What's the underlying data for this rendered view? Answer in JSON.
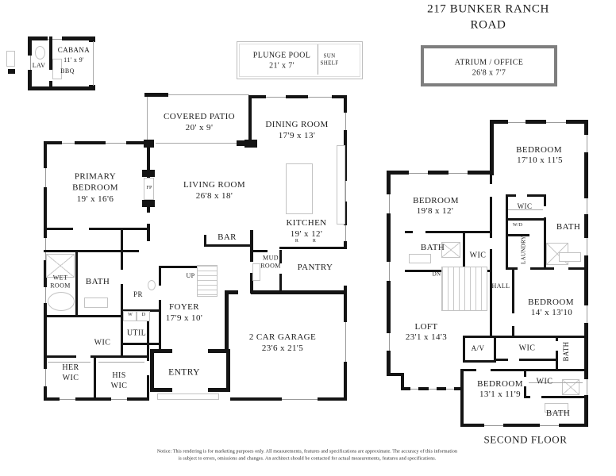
{
  "title": "217 BUNKER RANCH ROAD",
  "cabana": {
    "lav": "LAV",
    "name": "CABANA",
    "dims": "11' x 9'",
    "bbq": "BBQ"
  },
  "pool": {
    "name": "PLUNGE POOL",
    "dims": "21' x 7'",
    "shelf1": "SUN",
    "shelf2": "SHELF"
  },
  "atrium": {
    "name": "ATRIUM / OFFICE",
    "dims": "26'8 x 7'7"
  },
  "floor1": {
    "patio": {
      "name": "COVERED PATIO",
      "dims": "20' x 9'"
    },
    "dining": {
      "name": "DINING ROOM",
      "dims": "17'9 x 13'"
    },
    "primary": {
      "name": "PRIMARY\nBEDROOM",
      "dims": "19' x 16'6"
    },
    "living": {
      "name": "LIVING ROOM",
      "dims": "26'8 x 18'"
    },
    "kitchen": {
      "name": "KITCHEN",
      "dims": "19' x 12'"
    },
    "bar": "BAR",
    "r1": "R",
    "r2": "R",
    "mud": "MUD\nROOM",
    "pantry": "PANTRY",
    "wet": "WET\nROOM",
    "bath": "BATH",
    "pr": "PR",
    "up": "UP",
    "foyer": {
      "name": "FOYER",
      "dims": "17'9 x 10'"
    },
    "w": "W",
    "d": "D",
    "util": "UTIL",
    "wic": "WIC",
    "her": "HER\nWIC",
    "his": "HIS\nWIC",
    "entry": "ENTRY",
    "garage": {
      "name": "2 CAR GARAGE",
      "dims": "23'6 x 21'5"
    },
    "fp": "FP"
  },
  "floor2": {
    "bed1": {
      "name": "BEDROOM",
      "dims": "17'10 x 11'5"
    },
    "bed2": {
      "name": "BEDROOM",
      "dims": "19'8 x 12'"
    },
    "bed3": {
      "name": "BEDROOM",
      "dims": "14' x 13'10"
    },
    "bed4": {
      "name": "BEDROOM",
      "dims": "13'1 x 11'9"
    },
    "loft": {
      "name": "LOFT",
      "dims": "23'1 x 14'3"
    },
    "wic_a": "WIC",
    "wd": "W/D",
    "laundry": "LAUNDRY",
    "bath_a": "BATH",
    "bath_b": "BATH",
    "wic_b": "WIC",
    "dn": "DN",
    "hall": "HALL",
    "av": "A/V",
    "wic_c": "WIC",
    "bath_c": "BATH",
    "wic_d": "WIC",
    "bath_d": "BATH",
    "caption": "SECOND FLOOR"
  },
  "disclaimer": {
    "line1": "Notice: This rendering is for marketing purposes only. All measurements, features and specifications are approximate. The accuracy of this information",
    "line2": "is subject to errors, omissions and changes. An architect should be contacted for actual measurements, features and specifications."
  }
}
